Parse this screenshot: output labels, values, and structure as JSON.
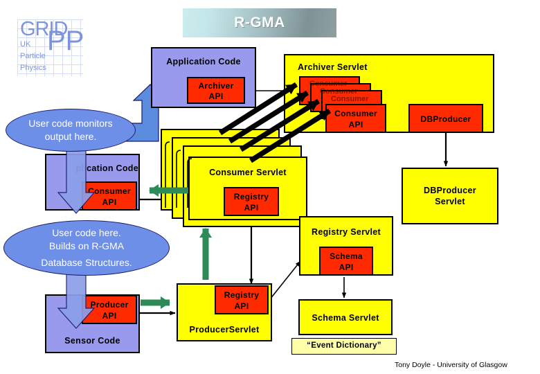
{
  "slide": {
    "title": "R-GMA",
    "footer": "Tony Doyle - University of Glasgow"
  },
  "logo": {
    "word": "GRID",
    "pp": "PP",
    "line1": "UK",
    "line2": "Particle",
    "line3": "Physics"
  },
  "callouts": [
    {
      "id": "monitor",
      "text": "User code monitors\noutput here."
    },
    {
      "id": "usercode",
      "text": "User code here.\nBuilds on R-GMA\nDatabase Structures."
    }
  ],
  "boxes": {
    "application_code_top": "Application Code",
    "archiver_api": "Archiver\nAPI",
    "archiver_servlet": "Archiver Servlet",
    "consumer_api_archiver": "Consumer\nAPI",
    "dbproducer": "DBProducer",
    "dbproducer_servlet": "DBProducer\nServlet",
    "application_code_left": "plication Code",
    "consumer_api_left": "Consumer\nAPI",
    "consumer_servlet": "Consumer Servlet",
    "registry_api_consumer": "Registry\nAPI",
    "registry_servlet": "Registry Servlet",
    "schema_api": "Schema\nAPI",
    "schema_servlet": "Schema Servlet",
    "event_dictionary": "“Event Dictionary”",
    "producer_api": "Producer\nAPI",
    "sensor_code": "Sensor Code",
    "producer_servlet": "ProducerServlet",
    "registry_api_producer": "Registry\nAPI"
  },
  "colors": {
    "servlet_yellow": "#FFFF00",
    "api_red": "#FF2A00",
    "code_periwinkle": "#9999EE",
    "callout_blue": "#6E8FE8",
    "flow_green": "#2E8B57",
    "dictionary_yellow": "#FFFFAA",
    "logo_blue": "#7E93DE"
  },
  "icons": {
    "thick_arrow": "thick-black-arrow",
    "green_arrow": "green-flow-arrow",
    "blue_arrow": "blue-block-arrow",
    "thin_arrow": "thin-connector-arrow"
  }
}
